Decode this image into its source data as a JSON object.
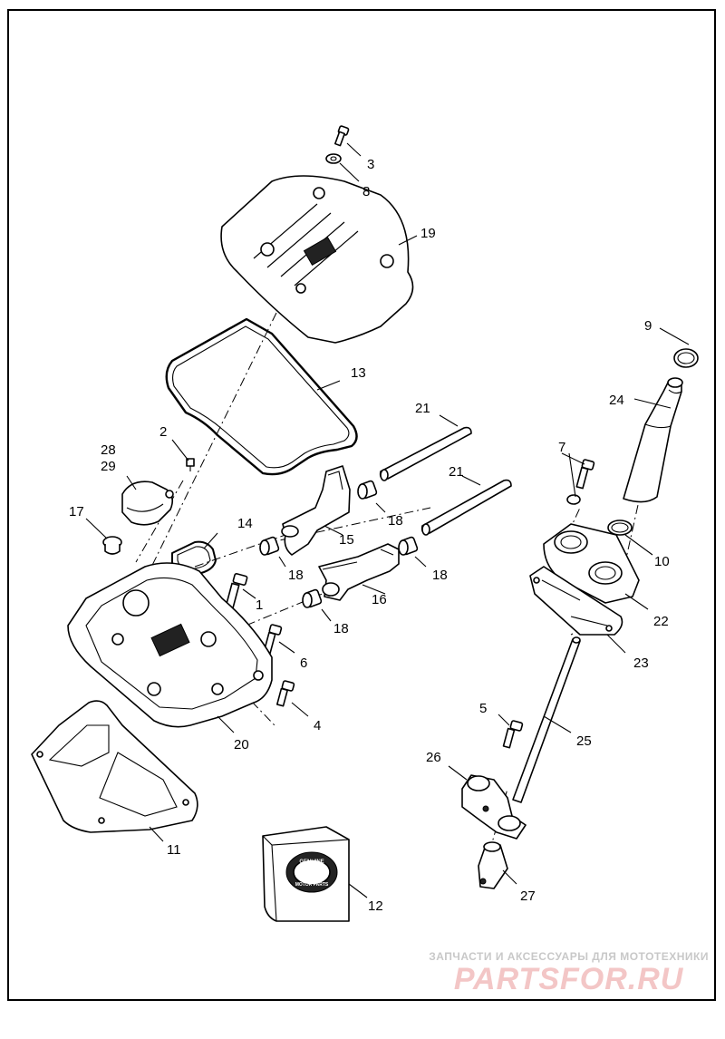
{
  "diagram": {
    "callouts": [
      {
        "id": "c1",
        "text": "1"
      },
      {
        "id": "c2",
        "text": "2"
      },
      {
        "id": "c3",
        "text": "3"
      },
      {
        "id": "c4",
        "text": "4"
      },
      {
        "id": "c5",
        "text": "5"
      },
      {
        "id": "c6",
        "text": "6"
      },
      {
        "id": "c7",
        "text": "7"
      },
      {
        "id": "c8",
        "text": "8"
      },
      {
        "id": "c9",
        "text": "9"
      },
      {
        "id": "c10",
        "text": "10"
      },
      {
        "id": "c11",
        "text": "11"
      },
      {
        "id": "c12",
        "text": "12"
      },
      {
        "id": "c13",
        "text": "13"
      },
      {
        "id": "c14",
        "text": "14"
      },
      {
        "id": "c15",
        "text": "15"
      },
      {
        "id": "c16",
        "text": "16"
      },
      {
        "id": "c17",
        "text": "17"
      },
      {
        "id": "c18a",
        "text": "18"
      },
      {
        "id": "c18b",
        "text": "18"
      },
      {
        "id": "c18c",
        "text": "18"
      },
      {
        "id": "c18d",
        "text": "18"
      },
      {
        "id": "c19",
        "text": "19"
      },
      {
        "id": "c20",
        "text": "20"
      },
      {
        "id": "c21a",
        "text": "21"
      },
      {
        "id": "c21b",
        "text": "21"
      },
      {
        "id": "c22",
        "text": "22"
      },
      {
        "id": "c23",
        "text": "23"
      },
      {
        "id": "c24",
        "text": "24"
      },
      {
        "id": "c25",
        "text": "25"
      },
      {
        "id": "c26",
        "text": "26"
      },
      {
        "id": "c27",
        "text": "27"
      },
      {
        "id": "c28",
        "text": "28"
      },
      {
        "id": "c29",
        "text": "29"
      }
    ]
  },
  "package": {
    "logo_top": "GENUINE",
    "logo_bottom": "MOTOR PARTS"
  },
  "watermark": {
    "tagline": "ЗАПЧАСТИ И АКСЕССУАРЫ ДЛЯ МОТОТЕХНИКИ",
    "brand": "PARTSFOR.RU"
  }
}
